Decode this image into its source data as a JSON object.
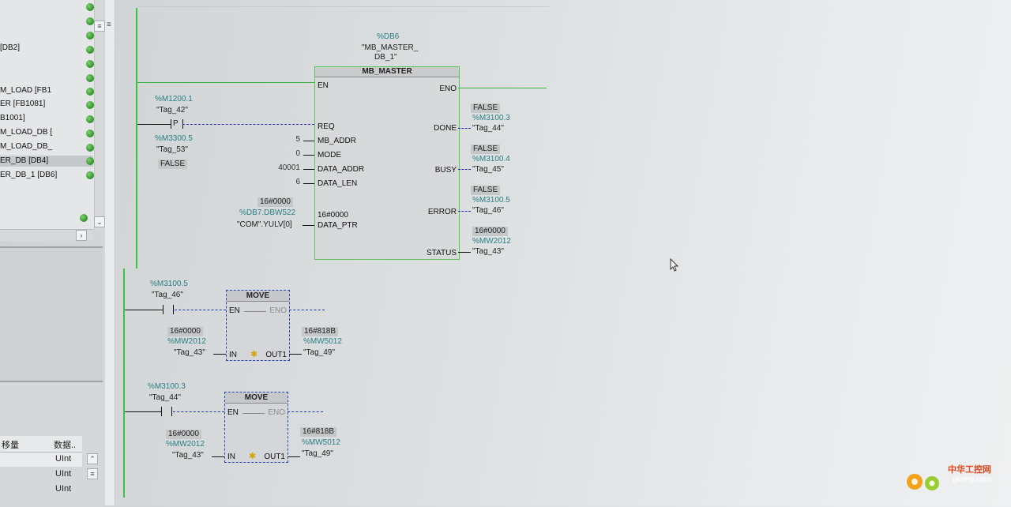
{
  "project_tree": {
    "items": [
      "[DB2]",
      "M_LOAD [FB1",
      "ER [FB1081]",
      "B1001]",
      "M_LOAD_DB [",
      "M_LOAD_DB_",
      "ER_DB [DB4]",
      "ER_DB_1 [DB6]"
    ],
    "selected_index": 6
  },
  "bottom_table": {
    "col_offset": "移量",
    "col_type": "数据..",
    "rows": [
      "UInt",
      "UInt",
      "UInt"
    ]
  },
  "network1": {
    "db_operand": "%DB6",
    "db_name_l1": "\"MB_MASTER_",
    "db_name_l2": "DB_1\"",
    "block_title": "MB_MASTER",
    "en": "EN",
    "eno": "ENO",
    "req_operand": "%M1200.1",
    "req_tag": "\"Tag_42\"",
    "edge_label": "P",
    "edge_operand": "%M3300.5",
    "edge_tag": "\"Tag_53\"",
    "edge_value": "FALSE",
    "inputs": [
      {
        "pin": "REQ",
        "value": ""
      },
      {
        "pin": "MB_ADDR",
        "value": "5"
      },
      {
        "pin": "MODE",
        "value": "0"
      },
      {
        "pin": "DATA_ADDR",
        "value": "40001"
      },
      {
        "pin": "DATA_LEN",
        "value": "6"
      }
    ],
    "data_ptr": {
      "pin": "DATA_PTR",
      "internal": "16#0000",
      "monitor": "16#0000",
      "operand": "%DB7.DBW522",
      "symbol": "\"COM\".YULV[0]"
    },
    "outputs": [
      {
        "pin": "DONE",
        "monitor": "FALSE",
        "operand": "%M3100.3",
        "tag": "\"Tag_44\""
      },
      {
        "pin": "BUSY",
        "monitor": "FALSE",
        "operand": "%M3100.4",
        "tag": "\"Tag_45\""
      },
      {
        "pin": "ERROR",
        "monitor": "FALSE",
        "operand": "%M3100.5",
        "tag": "\"Tag_46\""
      },
      {
        "pin": "STATUS",
        "monitor": "16#0000",
        "operand": "%MW2012",
        "tag": "\"Tag_43\""
      }
    ]
  },
  "network2": {
    "contact_operand": "%M3100.5",
    "contact_tag": "\"Tag_46\"",
    "title": "MOVE",
    "en": "EN",
    "eno": "ENO",
    "in": "IN",
    "out": "OUT1",
    "in_monitor": "16#0000",
    "in_operand": "%MW2012",
    "in_tag": "\"Tag_43\"",
    "out_monitor": "16#818B",
    "out_operand": "%MW5012",
    "out_tag": "\"Tag_49\""
  },
  "network3": {
    "contact_operand": "%M3100.3",
    "contact_tag": "\"Tag_44\"",
    "title": "MOVE",
    "en": "EN",
    "eno": "ENO",
    "in": "IN",
    "out": "OUT1",
    "in_monitor": "16#0000",
    "in_operand": "%MW2012",
    "in_tag": "\"Tag_43\"",
    "out_monitor": "16#818B",
    "out_operand": "%MW5012",
    "out_tag": "\"Tag_49\""
  },
  "watermark": {
    "brand": "中华工控网",
    "url": "gkong.com"
  }
}
